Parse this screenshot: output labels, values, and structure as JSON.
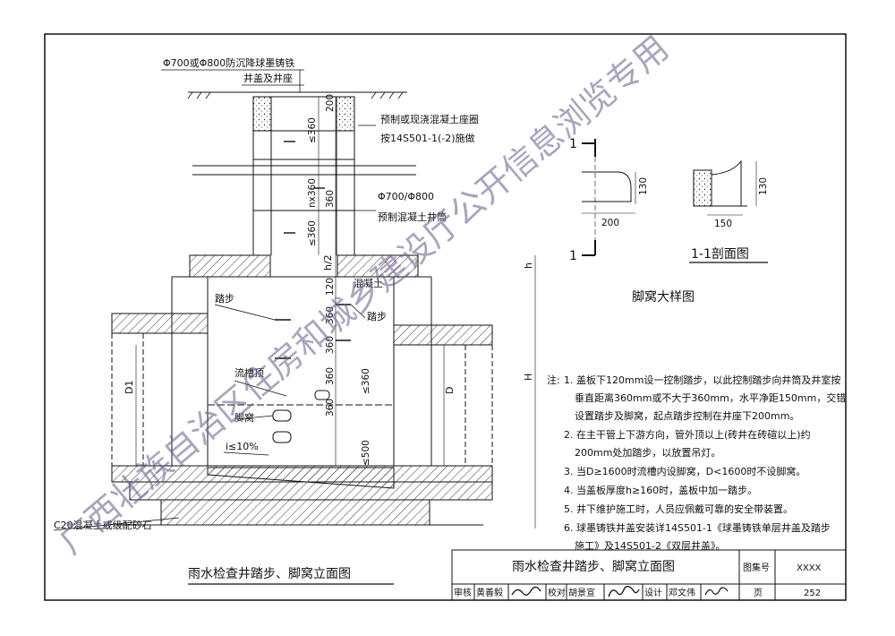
{
  "labels": {
    "cover_spec": "Φ700或Φ800防沉降球墨铸铁",
    "cover_seat": "井盖及井座",
    "seat_ring_1": "预制或现浇混凝土座圈",
    "seat_ring_2": "按14S501-1(-2)施做",
    "shaft_1": "Φ700/Φ800",
    "shaft_2": "预制混凝土井筒",
    "step_left": "踏步",
    "step_right": "踏步",
    "concrete": "混凝土",
    "flow_channel": "流槽顶",
    "footrest": "脚窝",
    "slope": "i≤10%",
    "base": "C20混凝土或级配砂石",
    "d1": "D1",
    "d": "D",
    "h": "H",
    "h_top": "h",
    "h_half": "h/2"
  },
  "dims": {
    "d200": "200",
    "d360a": "≤360",
    "nx360": "nx360",
    "d360b": "360",
    "d360c": "≤360",
    "d120": "120",
    "d360d": "360",
    "d360e": "360",
    "d360f": "360",
    "d360g": "360",
    "d360h": "≤360",
    "d500": "≤500"
  },
  "detail": {
    "section_mark": "1",
    "dim_130a": "130",
    "dim_200": "200",
    "dim_130b": "130",
    "dim_150": "150",
    "section_title": "1-1剖面图",
    "detail_title": "脚窝大样图"
  },
  "notes": {
    "prefix": "注:",
    "lines": [
      "1. 盖板下120mm设一控制踏步，以此控制踏步向井筒及井室按",
      "垂直距离360mm或不大于360mm，水平净距150mm，交错",
      "设置踏步及脚窝，起点踏步控制在井座下200mm。",
      "2. 在主干管上下游方向，管外顶以上(砖井在砖碹以上)约",
      "200mm处加踏步，以放置吊灯。",
      "3. 当D≥1600时流槽内设脚窝，D<1600时不设脚窝。",
      "4. 当盖板厚度h≥160时，盖板中加一踏步。",
      "5. 井下维护施工时，人员应佩戴可靠的安全带装置。",
      "6. 球墨铸铁井盖安装详14S501-1《球墨铸铁单层井盖及踏步",
      "施工》及14S501-2《双层井盖》。"
    ]
  },
  "caption": "雨水检查井踏步、脚窝立面图",
  "title_block": {
    "title": "雨水检查井踏步、脚窝立面图",
    "atlas_label": "图集号",
    "atlas_no": "XXXX",
    "review_label": "审核",
    "review_name": "黄善毅",
    "check_label": "校对",
    "check_name": "胡景宣",
    "design_label": "设计",
    "design_name": "邓文伟",
    "page_label": "页",
    "page_no": "252"
  },
  "watermark": "广西壮族自治区住房和城乡建设厅公开信息浏览专用",
  "colors": {
    "line": "#111111",
    "watermark": "#6a5a8a",
    "hatch": "#222222"
  }
}
